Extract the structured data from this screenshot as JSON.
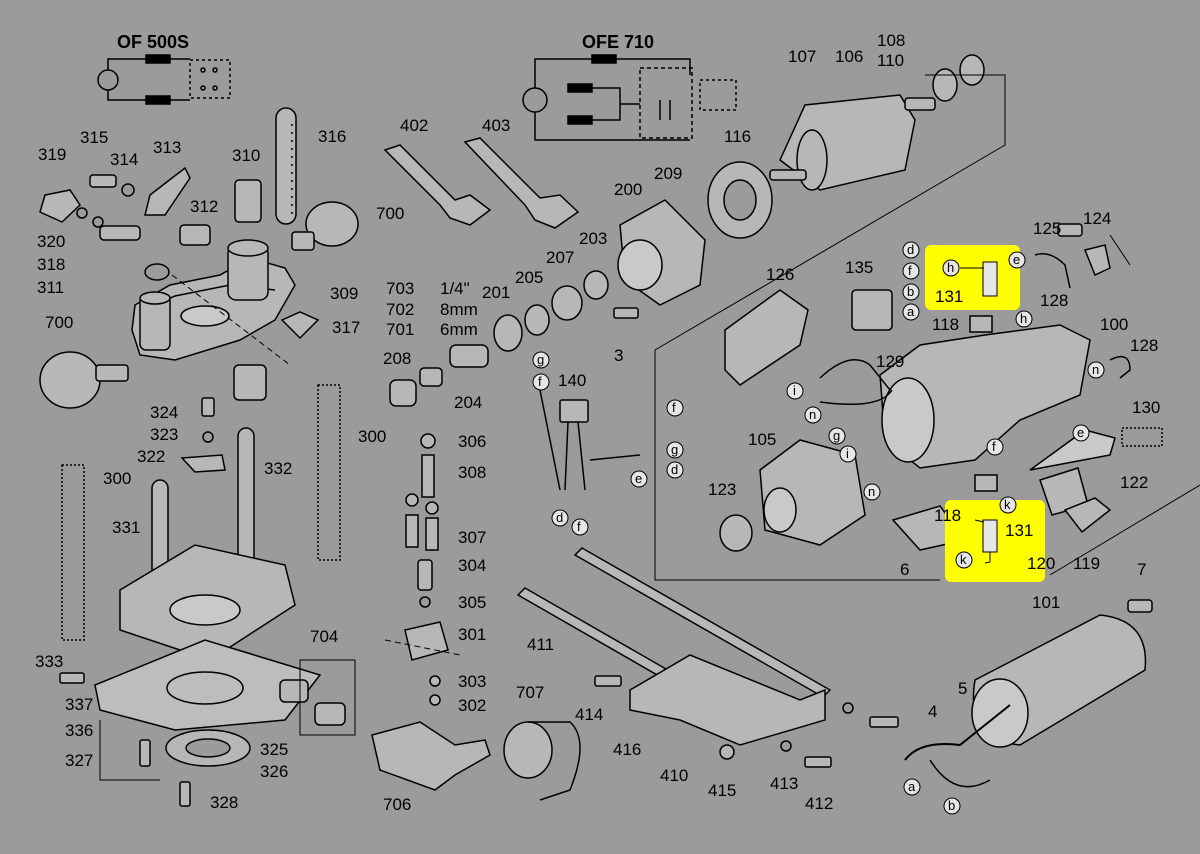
{
  "colors": {
    "background": "#9b9b9b",
    "highlight": "#ffff00",
    "line": "#000000",
    "part_fill": "#b7b7b7"
  },
  "titles": {
    "of500s": "OF 500S",
    "ofe710": "OFE 710"
  },
  "labels": {
    "p315": "315",
    "p319": "319",
    "p314": "314",
    "p313": "313",
    "p310": "310",
    "p316": "316",
    "p312": "312",
    "p320": "320",
    "p318": "318",
    "p311": "311",
    "p309": "309",
    "p317": "317",
    "p700a": "700",
    "p700b": "700",
    "p324": "324",
    "p323": "323",
    "p322": "322",
    "p332": "332",
    "p300a": "300",
    "p300b": "300",
    "p331": "331",
    "p333": "333",
    "p337": "337",
    "p336": "336",
    "p327": "327",
    "p328": "328",
    "p325": "325",
    "p326": "326",
    "p704": "704",
    "p706": "706",
    "p707": "707",
    "p402": "402",
    "p403": "403",
    "p703": "703",
    "p702": "702",
    "p701": "701",
    "t703": "1/4\"",
    "t702": "8mm",
    "t701": "6mm",
    "p201": "201",
    "p205": "205",
    "p207": "207",
    "p203": "203",
    "p200": "200",
    "p209": "209",
    "p3": "3",
    "p208": "208",
    "p204": "204",
    "p306": "306",
    "p308": "308",
    "p307": "307",
    "p304": "304",
    "p305": "305",
    "p301": "301",
    "p303": "303",
    "p302": "302",
    "p140": "140",
    "p126": "126",
    "p135": "135",
    "p107": "107",
    "p106": "106",
    "p108": "108",
    "p110": "110",
    "p116": "116",
    "p125": "125",
    "p124": "124",
    "p128a": "128",
    "p128b": "128",
    "p131a": "131",
    "p131b": "131",
    "p118a": "118",
    "p118b": "118",
    "p100": "100",
    "p129": "129",
    "p130": "130",
    "p105": "105",
    "p123": "123",
    "p122": "122",
    "p120": "120",
    "p119": "119",
    "p6": "6",
    "p7": "7",
    "p101": "101",
    "p4": "4",
    "p5": "5",
    "p411": "411",
    "p414": "414",
    "p416": "416",
    "p410": "410",
    "p415": "415",
    "p413": "413",
    "p412": "412"
  },
  "letters": {
    "g": "g",
    "f": "f",
    "d": "d",
    "e": "e",
    "h": "h",
    "i": "i",
    "n": "n",
    "a": "a",
    "b": "b",
    "k": "k"
  }
}
